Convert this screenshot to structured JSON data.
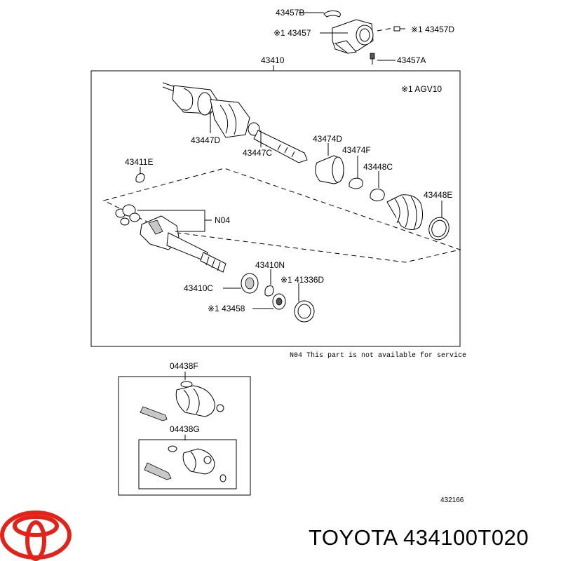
{
  "labels": {
    "p43457B": "43457B",
    "p43457": "※1 43457",
    "p43457D": "※1 43457D",
    "p43457A": "43457A",
    "p43410": "43410",
    "agv": "※1 AGV10",
    "p43447D": "43447D",
    "p43447C": "43447C",
    "p43474D": "43474D",
    "p43474F": "43474F",
    "p43448C": "43448C",
    "p43448E": "43448E",
    "p43411E": "43411E",
    "n04": "N04",
    "p43410N": "43410N",
    "p41336D": "※1 41336D",
    "p43410C": "43410C",
    "p43458": "※1 43458",
    "note": "N04 This part is not available for service",
    "p04438F": "04438F",
    "p04438G": "04438G",
    "code": "432166"
  },
  "brand": {
    "text": "TOYOTA 434100T020",
    "logo_color": "#e2231a"
  }
}
